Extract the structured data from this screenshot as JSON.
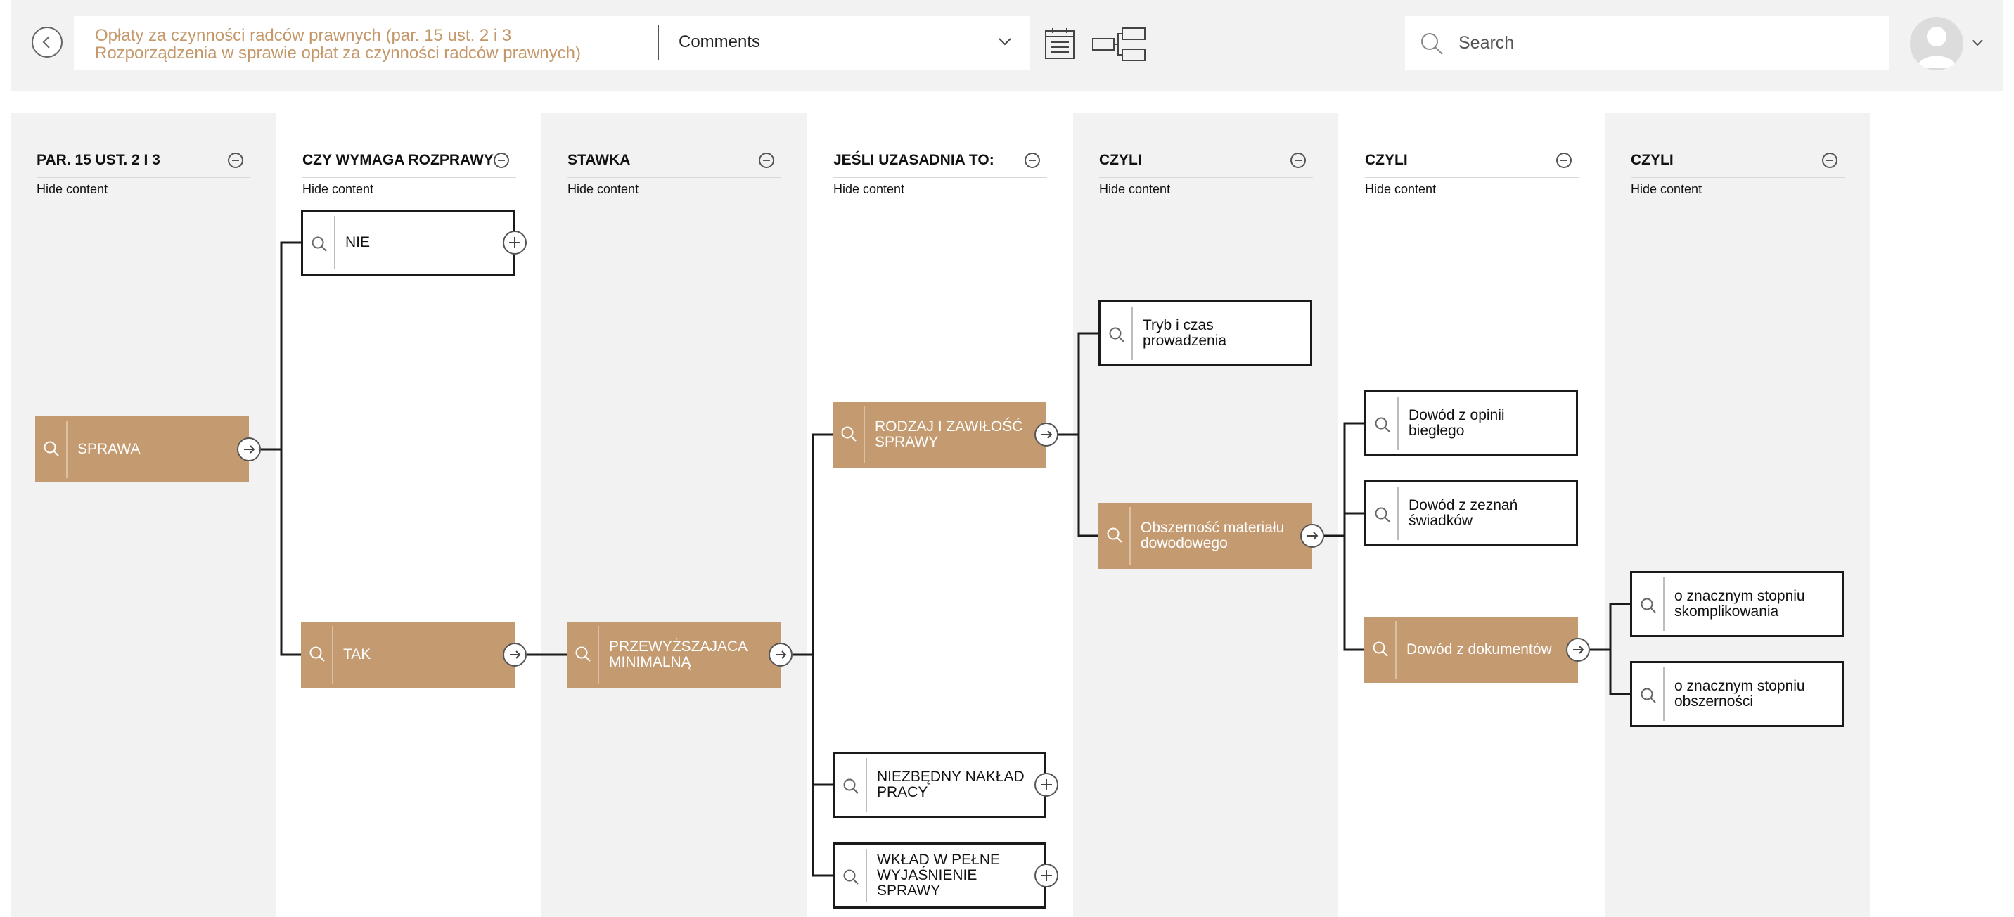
{
  "header": {
    "title": "Opłaty za czynności radców prawnych (par. 15 ust. 2 i 3 Rozporządzenia w sprawie opłat za czynności radców prawnych)",
    "title_line1": "Opłaty za czynności radców prawnych (par. 15 ust. 2 i 3",
    "title_line2": "Rozporządzenia w sprawie opłat za czynności radców prawnych)",
    "view_select": "Comments",
    "search_placeholder": "Search",
    "title_color": "#c4986a"
  },
  "columns": [
    {
      "title": "PAR. 15 UST. 2 I 3",
      "hide_label": "Hide content"
    },
    {
      "title": "CZY WYMAGA ROZPRAWY",
      "hide_label": "Hide content"
    },
    {
      "title": "STAWKA",
      "hide_label": "Hide content"
    },
    {
      "title": "JEŚLI UZASADNIA TO:",
      "hide_label": "Hide content"
    },
    {
      "title": "CZYLI",
      "hide_label": "Hide content"
    },
    {
      "title": "CZYLI",
      "hide_label": "Hide content"
    },
    {
      "title": "CZYLI",
      "hide_label": "Hide content"
    }
  ],
  "nodes": {
    "sprawa": {
      "label": "SPRAWA",
      "style": "filled",
      "control": "arrow"
    },
    "nie": {
      "label": "NIE",
      "style": "outline",
      "control": "plus"
    },
    "tak": {
      "label": "TAK",
      "style": "filled",
      "control": "arrow"
    },
    "przewyzszajaca": {
      "label": "PRZEWYŻSZAJACA MINIMALNĄ",
      "style": "filled",
      "control": "arrow"
    },
    "rodzaj": {
      "label": "RODZAJ I ZAWIŁOŚĆ SPRAWY",
      "style": "filled",
      "control": "arrow"
    },
    "niezbedny": {
      "label": "NIEZBĘDNY NAKŁAD PRACY",
      "style": "outline",
      "control": "plus"
    },
    "wklad": {
      "label": "WKŁAD W PEŁNE WYJAŚNIENIE SPRAWY",
      "style": "outline",
      "control": "plus"
    },
    "tryb": {
      "label": "Tryb i czas prowadzenia",
      "style": "outline",
      "control": "none"
    },
    "obszernosc": {
      "label": "Obszerność materiału dowodowego",
      "style": "filled",
      "control": "arrow"
    },
    "opinia": {
      "label": "Dowód z opinii biegłego",
      "style": "outline",
      "control": "none"
    },
    "zeznania": {
      "label": "Dowód z zeznań świadków",
      "style": "outline",
      "control": "none"
    },
    "dokumenty": {
      "label": "Dowód z dokumentów",
      "style": "filled",
      "control": "arrow"
    },
    "skomplikowanie": {
      "label": "o znacznym stopniu skomplikowania",
      "style": "outline",
      "control": "none"
    },
    "obszernosci": {
      "label": "o znacznym stopniu obszerności",
      "style": "outline",
      "control": "none"
    }
  },
  "colors": {
    "accent": "#c49a70",
    "column_bg": "#f2f2f2",
    "line": "#1a1a1a"
  }
}
